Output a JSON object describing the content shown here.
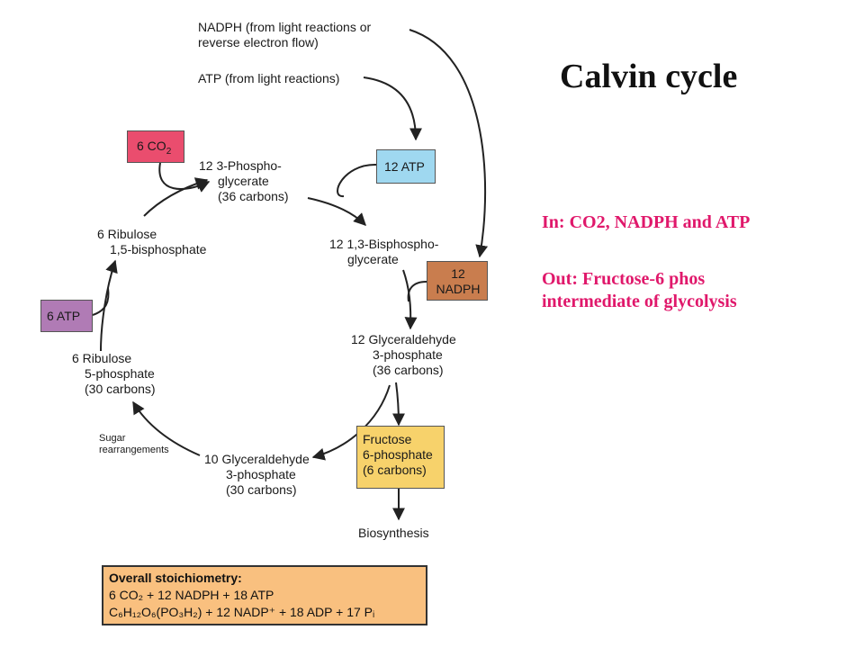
{
  "title": "Calvin cycle",
  "colors": {
    "title": "#111111",
    "highlight_text": "#e0186b",
    "co2_box": "#ea4d6e",
    "atp12_box": "#9fd8f0",
    "nadph_box": "#c97d4e",
    "atp6_box": "#b07bb5",
    "fructose_box": "#f7d26b",
    "stoich_box": "#f9c07f"
  },
  "summary": {
    "in_text": "In:  CO2, NADPH and ATP",
    "out_line1": "Out:  Fructose-6 phos",
    "out_line2": "intermediate of glycolysis"
  },
  "inputs": {
    "nadph_line1": "NADPH (from light reactions or",
    "nadph_line2": "reverse electron flow)",
    "atp": "ATP (from light reactions)"
  },
  "boxes": {
    "co2": {
      "num": "6 CO",
      "sub": "2"
    },
    "atp12": "12 ATP",
    "nadph12_line1": "12",
    "nadph12_line2": "NADPH",
    "atp6": "6 ATP",
    "fructose_line1": "Fructose",
    "fructose_line2": "6-phosphate",
    "fructose_line3": "(6 carbons)"
  },
  "metabolites": {
    "pga_line1": "12 3-Phospho-",
    "pga_line2": "glycerate",
    "pga_line3": "(36 carbons)",
    "bpg_line1": "12 1,3-Bisphospho-",
    "bpg_line2": "glycerate",
    "g3p12_line1": "12 Glyceraldehyde",
    "g3p12_line2": "3-phosphate",
    "g3p12_line3": "(36 carbons)",
    "g3p10_line1": "10 Glyceraldehyde",
    "g3p10_line2": "3-phosphate",
    "g3p10_line3": "(30 carbons)",
    "r5p_line1": "6 Ribulose",
    "r5p_line2": "5-phosphate",
    "r5p_line3": "(30 carbons)",
    "rubp_line1": "6 Ribulose",
    "rubp_line2": "1,5-bisphosphate",
    "sugar_line1": "Sugar",
    "sugar_line2": "rearrangements",
    "biosynthesis": "Biosynthesis"
  },
  "stoichiometry": {
    "heading": "Overall stoichiometry:",
    "lhs": "6 CO₂ + 12 NADPH + 18 ATP",
    "rhs": "C₆H₁₂O₆(PO₃H₂) + 12 NADP⁺ + 18 ADP + 17 Pᵢ"
  }
}
